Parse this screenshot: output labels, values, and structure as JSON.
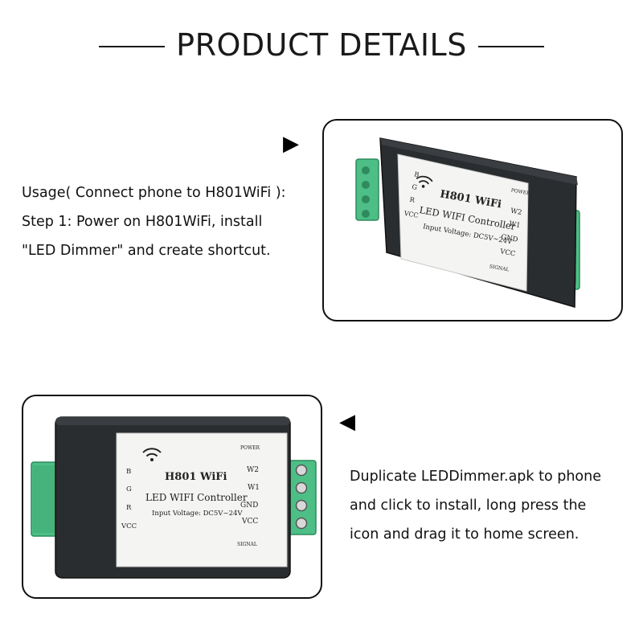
{
  "title": "PRODUCT DETAILS",
  "step1": {
    "lines": [
      "Usage( Connect phone to H801WiFi ):",
      "Step 1: Power on H801WiFi, install",
      "\"LED Dimmer\" and create shortcut."
    ]
  },
  "step2": {
    "lines": [
      "Duplicate LEDDimmer.apk to phone",
      "and click to install, long press the",
      "icon and drag it to home screen."
    ]
  },
  "device": {
    "model": "H801 WiFi",
    "name": "LED WIFI Controller",
    "voltage": "Input Voltage: DC5V~24V",
    "left_pins": [
      "B",
      "G",
      "R",
      "VCC"
    ],
    "right_pins": [
      "W2",
      "W1",
      "GND",
      "VCC"
    ],
    "power_label": "POWER",
    "signal_label": "SIGNAL"
  },
  "colors": {
    "terminal_green": "#4dbf86",
    "housing": "#2a2d30",
    "label_bg": "#f4f4f2"
  },
  "icons": {
    "arrow_right": "▶",
    "arrow_left": "◀"
  }
}
